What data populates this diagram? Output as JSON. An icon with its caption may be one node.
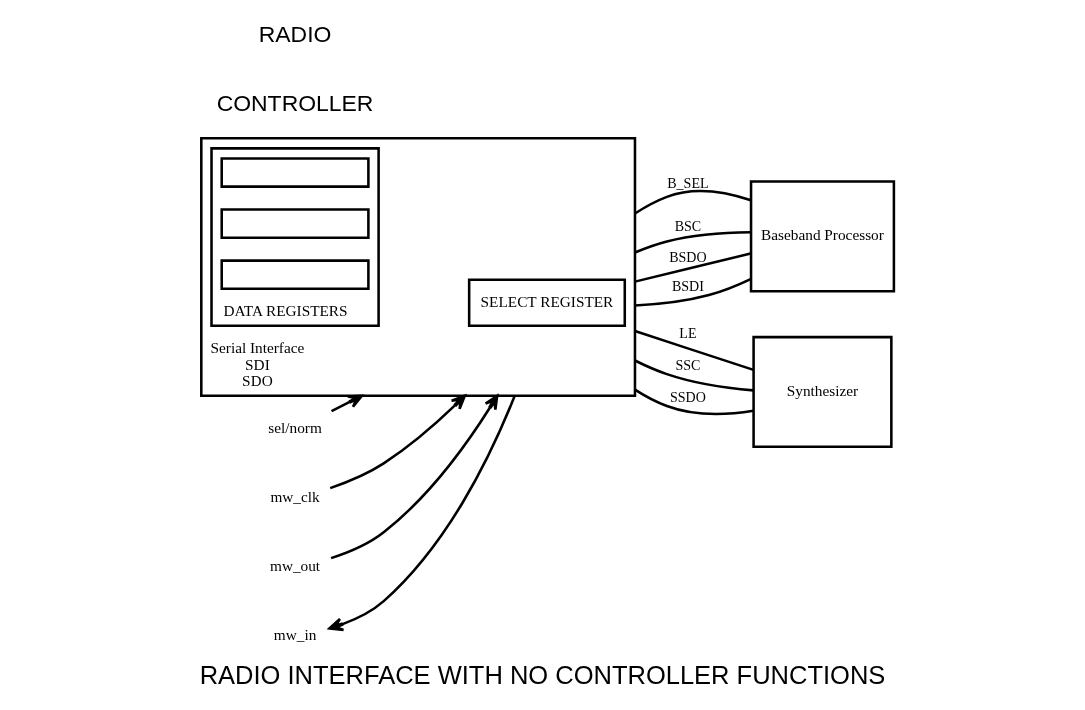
{
  "diagram": {
    "caption": "RADIO INTERFACE WITH NO CONTROLLER FUNCTIONS",
    "nodes": [
      {
        "text": [
          "Serial Interface",
          "SDI",
          "SDO"
        ]
      },
      {
        "text": [
          "SELECT REGISTER"
        ],
        "in": 0
      },
      {
        "text": [
          "DATA REGISTERS"
        ],
        "in": 0
      },
      {
        "text": [],
        "shape": "box",
        "in": 2
      },
      {
        "text": [],
        "shape": "box",
        "in": 2
      },
      {
        "text": [],
        "shape": "box",
        "in": 2
      },
      {
        "text": [
          "Baseband Processor"
        ]
      },
      {
        "text": [
          "Synthesizer"
        ]
      },
      {
        "text": [
          "sel/norm"
        ]
      },
      {
        "text": [
          "mw_clk"
        ]
      },
      {
        "text": [
          "mw_out"
        ]
      },
      {
        "text": [
          "mw_in"
        ]
      }
    ],
    "edges": [
      {
        "from": 8,
        "to": 0,
        "arrow": "to"
      },
      {
        "from": 9,
        "to": 0,
        "arrow": "to"
      },
      {
        "from": 10,
        "to": 0,
        "arrow": "to"
      },
      {
        "from": 0,
        "to": 11,
        "arrow": "to"
      },
      {
        "from": 0,
        "to": 6,
        "arrow": "none",
        "label": "B_SEL"
      },
      {
        "from": 0,
        "to": 6,
        "arrow": "none",
        "label": "BSC"
      },
      {
        "from": 0,
        "to": 6,
        "arrow": "none",
        "label": "BSDO"
      },
      {
        "from": 0,
        "to": 6,
        "arrow": "none",
        "label": "BSDI"
      },
      {
        "from": 0,
        "to": 7,
        "arrow": "none",
        "label": "LE"
      },
      {
        "from": 0,
        "to": 7,
        "arrow": "none",
        "label": "SSC"
      },
      {
        "from": 0,
        "to": 7,
        "arrow": "none",
        "label": "SSDO"
      }
    ],
    "labels": [
      "CONTROLLER",
      "RADIO"
    ]
  }
}
